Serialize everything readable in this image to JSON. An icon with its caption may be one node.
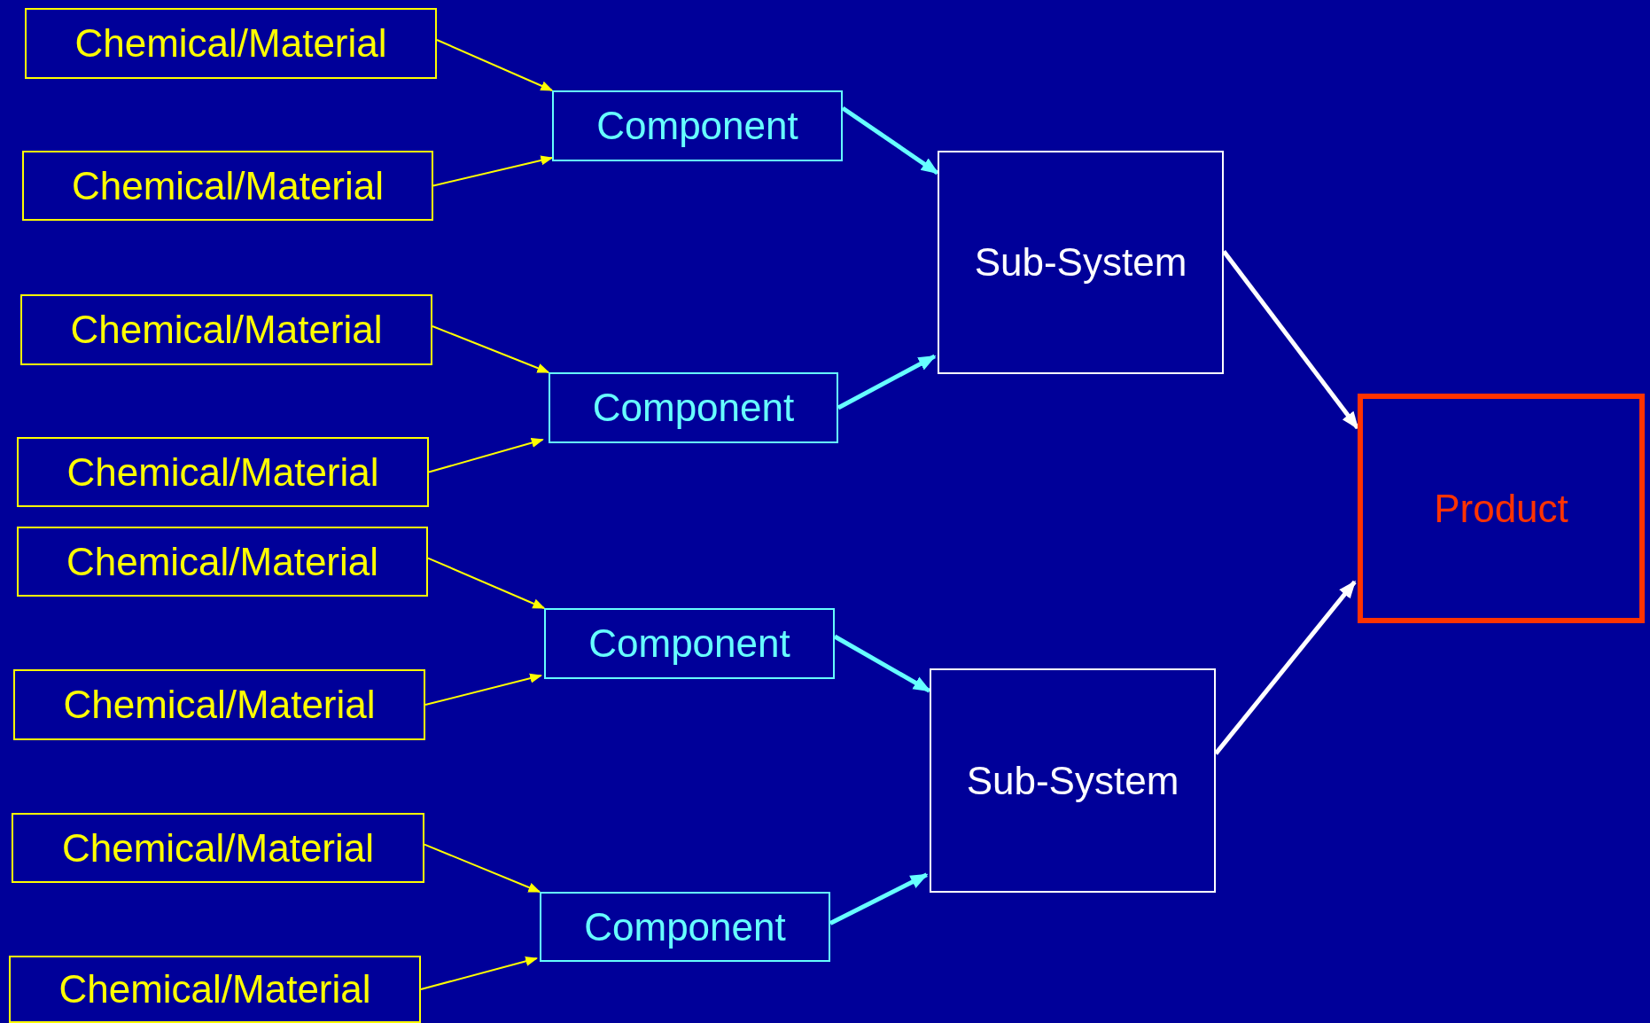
{
  "diagram": {
    "nodes": [
      {
        "text": [
          "Chemical/Material"
        ]
      },
      {
        "text": [
          "Chemical/Material"
        ]
      },
      {
        "text": [
          "Chemical/Material"
        ]
      },
      {
        "text": [
          "Chemical/Material"
        ]
      },
      {
        "text": [
          "Chemical/Material"
        ]
      },
      {
        "text": [
          "Chemical/Material"
        ]
      },
      {
        "text": [
          "Chemical/Material"
        ]
      },
      {
        "text": [
          "Chemical/Material"
        ]
      },
      {
        "text": [
          "Component"
        ]
      },
      {
        "text": [
          "Component"
        ]
      },
      {
        "text": [
          "Component"
        ]
      },
      {
        "text": [
          "Component"
        ]
      },
      {
        "text": [
          "Sub-System"
        ]
      },
      {
        "text": [
          "Sub-System"
        ]
      },
      {
        "text": [
          "Product"
        ]
      }
    ],
    "edges": [
      {
        "from": 0,
        "to": 8,
        "arrow": "to"
      },
      {
        "from": 1,
        "to": 8,
        "arrow": "to"
      },
      {
        "from": 2,
        "to": 9,
        "arrow": "to"
      },
      {
        "from": 3,
        "to": 9,
        "arrow": "to"
      },
      {
        "from": 4,
        "to": 10,
        "arrow": "to"
      },
      {
        "from": 5,
        "to": 10,
        "arrow": "to"
      },
      {
        "from": 6,
        "to": 11,
        "arrow": "to"
      },
      {
        "from": 7,
        "to": 11,
        "arrow": "to"
      },
      {
        "from": 8,
        "to": 12,
        "arrow": "to",
        "style": "thick",
        "color": "#66ffff"
      },
      {
        "from": 9,
        "to": 12,
        "arrow": "to",
        "style": "thick",
        "color": "#66ffff"
      },
      {
        "from": 10,
        "to": 13,
        "arrow": "to",
        "style": "thick",
        "color": "#66ffff"
      },
      {
        "from": 11,
        "to": 13,
        "arrow": "to",
        "style": "thick",
        "color": "#66ffff"
      },
      {
        "from": 12,
        "to": 14,
        "arrow": "to",
        "style": "thick",
        "color": "#ffffff"
      },
      {
        "from": 13,
        "to": 14,
        "arrow": "to",
        "style": "thick",
        "color": "#ffffff"
      }
    ]
  }
}
